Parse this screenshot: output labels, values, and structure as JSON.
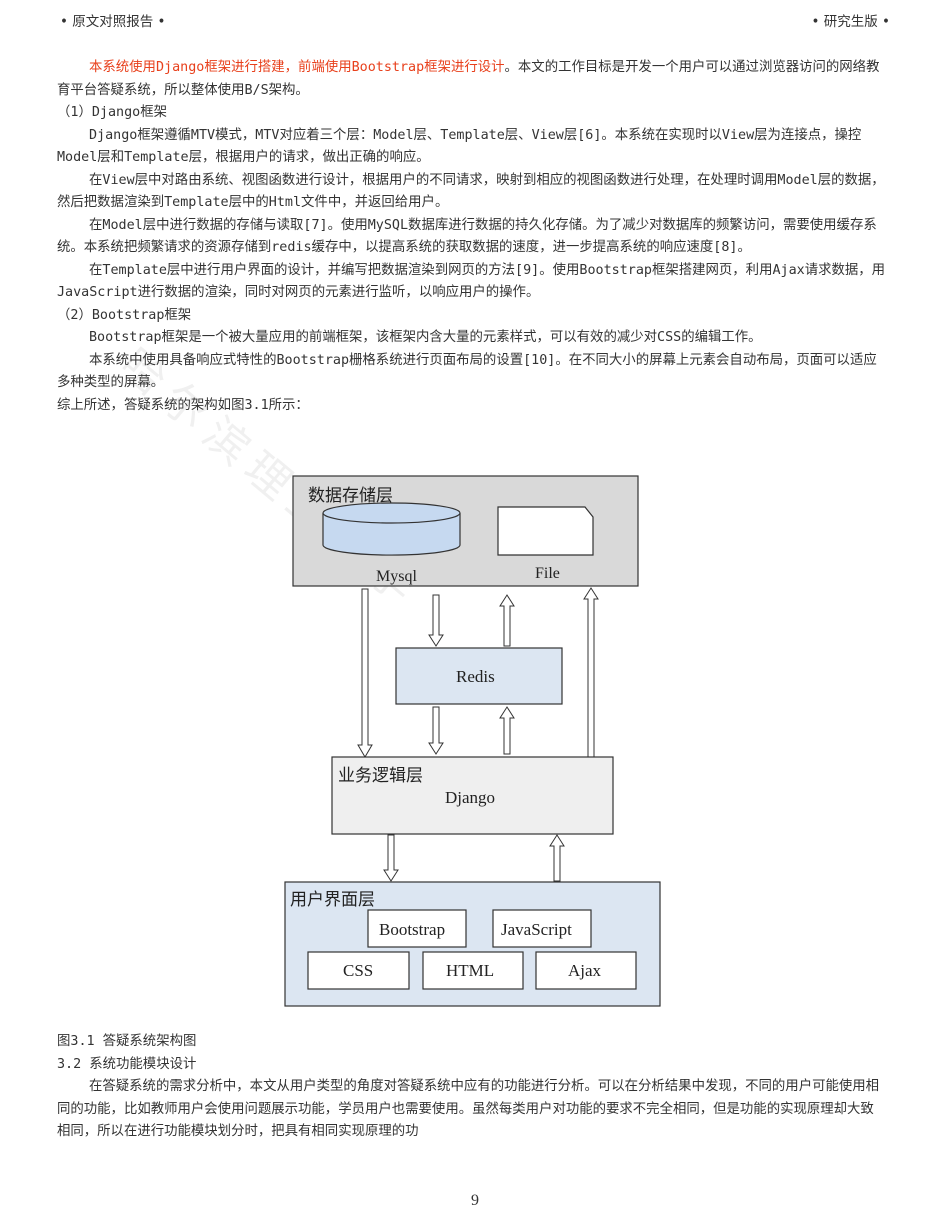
{
  "header": {
    "left": "• 原文对照报告 •",
    "right": "• 研究生版 •"
  },
  "paragraphs": {
    "p1_red": "本系统使用Django框架进行搭建，前端使用Bootstrap框架进行设计",
    "p1_rest": "。本文的工作目标是开发一个用户可以通过浏览器访问的网络教育平台答疑系统，所以整体使用B/S架构。",
    "h1": "（1）Django框架",
    "p2": "Django框架遵循MTV模式，MTV对应着三个层：Model层、Template层、View层[6]。本系统在实现时以View层为连接点，操控Model层和Template层，根据用户的请求，做出正确的响应。",
    "p3": "在View层中对路由系统、视图函数进行设计，根据用户的不同请求，映射到相应的视图函数进行处理，在处理时调用Model层的数据，然后把数据渲染到Template层中的Html文件中，并返回给用户。",
    "p4": "在Model层中进行数据的存储与读取[7]。使用MySQL数据库进行数据的持久化存储。为了减少对数据库的频繁访问，需要使用缓存系统。本系统把频繁请求的资源存储到redis缓存中，以提高系统的获取数据的速度，进一步提高系统的响应速度[8]。",
    "p5": "在Template层中进行用户界面的设计，并编写把数据渲染到网页的方法[9]。使用Bootstrap框架搭建网页，利用Ajax请求数据，用JavaScript进行数据的渲染，同时对网页的元素进行监听，以响应用户的操作。",
    "h2": "（2）Bootstrap框架",
    "p6": "Bootstrap框架是一个被大量应用的前端框架，该框架内含大量的元素样式，可以有效的减少对CSS的编辑工作。",
    "p7": "本系统中使用具备响应式特性的Bootstrap栅格系统进行页面布局的设置[10]。在不同大小的屏幕上元素会自动布局，页面可以适应多种类型的屏幕。",
    "p8": "综上所述，答疑系统的架构如图3.1所示：",
    "caption": "图3.1 答疑系统架构图",
    "section": "3.2 系统功能模块设计",
    "p9": "在答疑系统的需求分析中，本文从用户类型的角度对答疑系统中应有的功能进行分析。可以在分析结果中发现，不同的用户可能使用相同的功能，比如教师用户会使用问题展示功能，学员用户也需要使用。虽然每类用户对功能的要求不完全相同，但是功能的实现原理却大致相同，所以在进行功能模块划分时，把具有相同实现原理的功"
  },
  "diagram": {
    "storage_layer": "数据存储层",
    "mysql": "Mysql",
    "file": "File",
    "redis": "Redis",
    "logic_layer": "业务逻辑层",
    "django": "Django",
    "ui_layer": "用户界面层",
    "bootstrap": "Bootstrap",
    "javascript": "JavaScript",
    "css": "CSS",
    "html": "HTML",
    "ajax": "Ajax"
  },
  "colors": {
    "highlight_red": "#e8401c",
    "storage_fill": "#d9d9d9",
    "redis_fill": "#dce6f2",
    "ui_fill": "#dce6f2"
  },
  "page_number": "9"
}
